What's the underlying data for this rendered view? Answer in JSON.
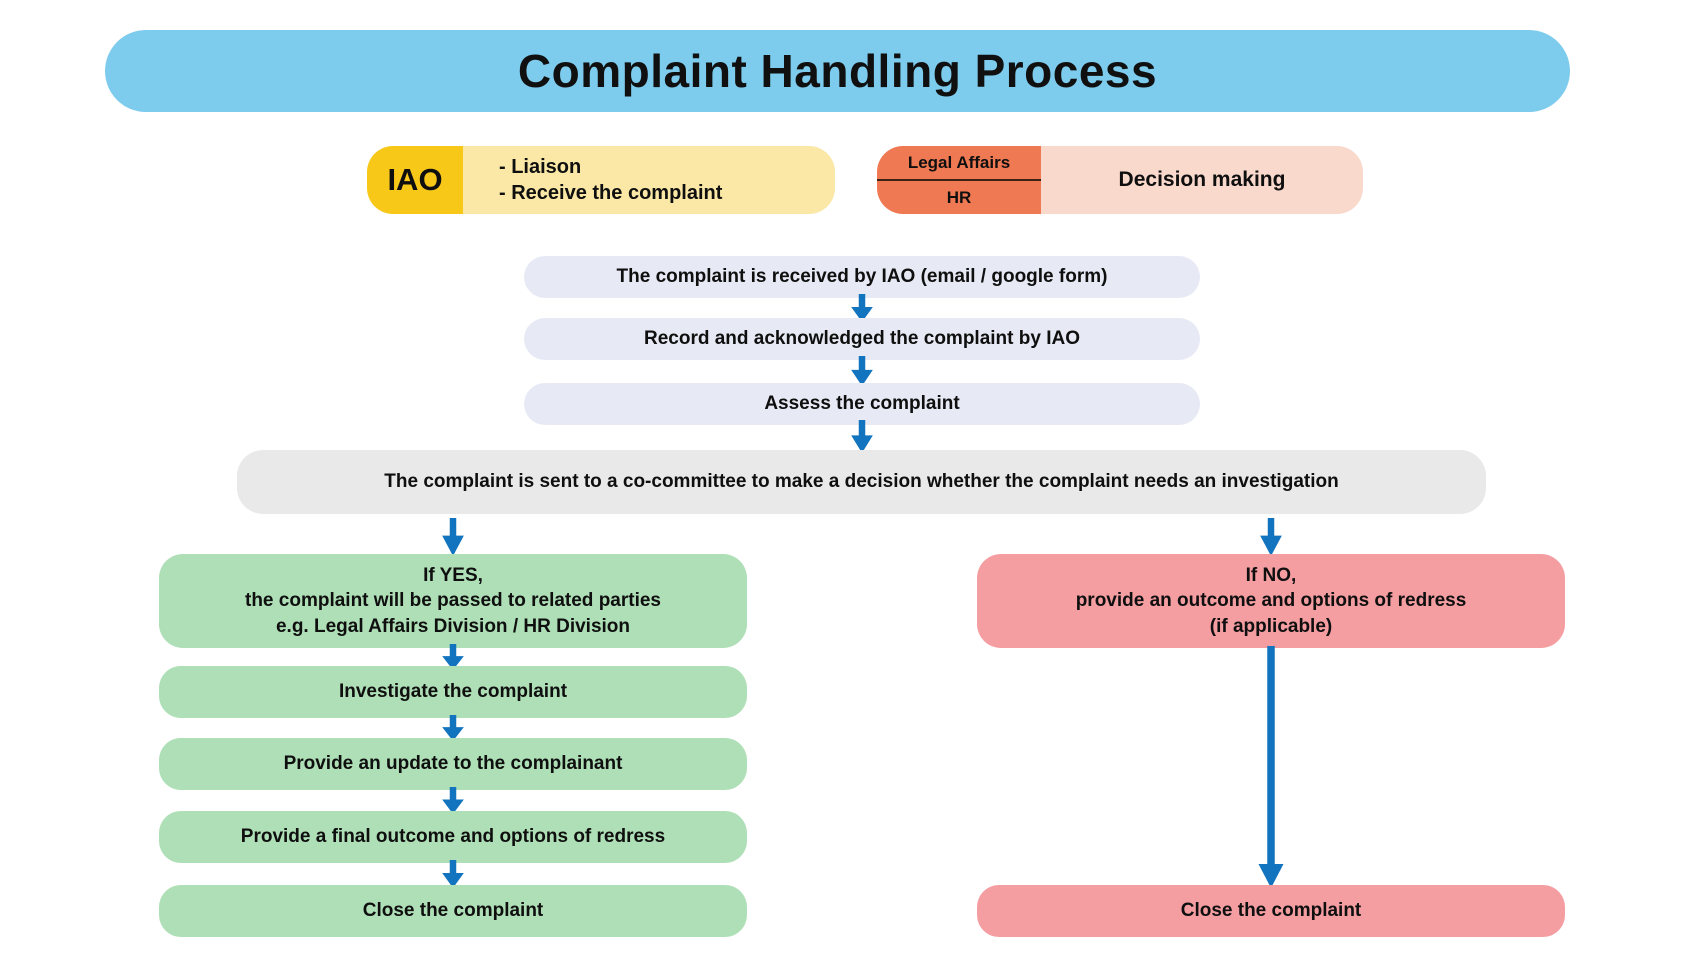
{
  "title": "Complaint Handling Process",
  "colors": {
    "banner_blue": "#7dcbed",
    "iao_badge_yellow": "#f8c819",
    "iao_body_yellow": "#fbe8a6",
    "legal_badge_orange": "#ef7952",
    "decision_body_peach": "#f9d9cc",
    "step_lavender": "#e7eaf4",
    "decision_gray": "#e9e9e9",
    "yes_green": "#aedfb6",
    "no_pink": "#f49ea2",
    "arrow_blue": "#1274be",
    "text": "#0f0f0f"
  },
  "legend": {
    "iao": {
      "badge": "IAO",
      "line1": "- Liaison",
      "line2": "- Receive the complaint"
    },
    "decision": {
      "badge_top": "Legal Affairs",
      "badge_bottom": "HR",
      "label": "Decision making"
    }
  },
  "process": {
    "steps": [
      "The complaint is received by IAO (email / google form)",
      "Record and acknowledged the complaint by IAO",
      "Assess the complaint"
    ],
    "decision_step": "The complaint is sent to a co-committee to make a decision whether the complaint needs  an investigation"
  },
  "yes_branch": {
    "head": {
      "line1": "If YES,",
      "line2": "the complaint will be passed to related parties",
      "line3": "e.g. Legal Affairs Division / HR Division"
    },
    "steps": [
      "Investigate the complaint",
      "Provide an update to the complainant",
      "Provide a final outcome and options of redress",
      "Close the complaint"
    ]
  },
  "no_branch": {
    "head": {
      "line1": "If NO,",
      "line2": "provide an outcome and options of redress",
      "line3": "(if applicable)"
    },
    "close": "Close the complaint"
  }
}
